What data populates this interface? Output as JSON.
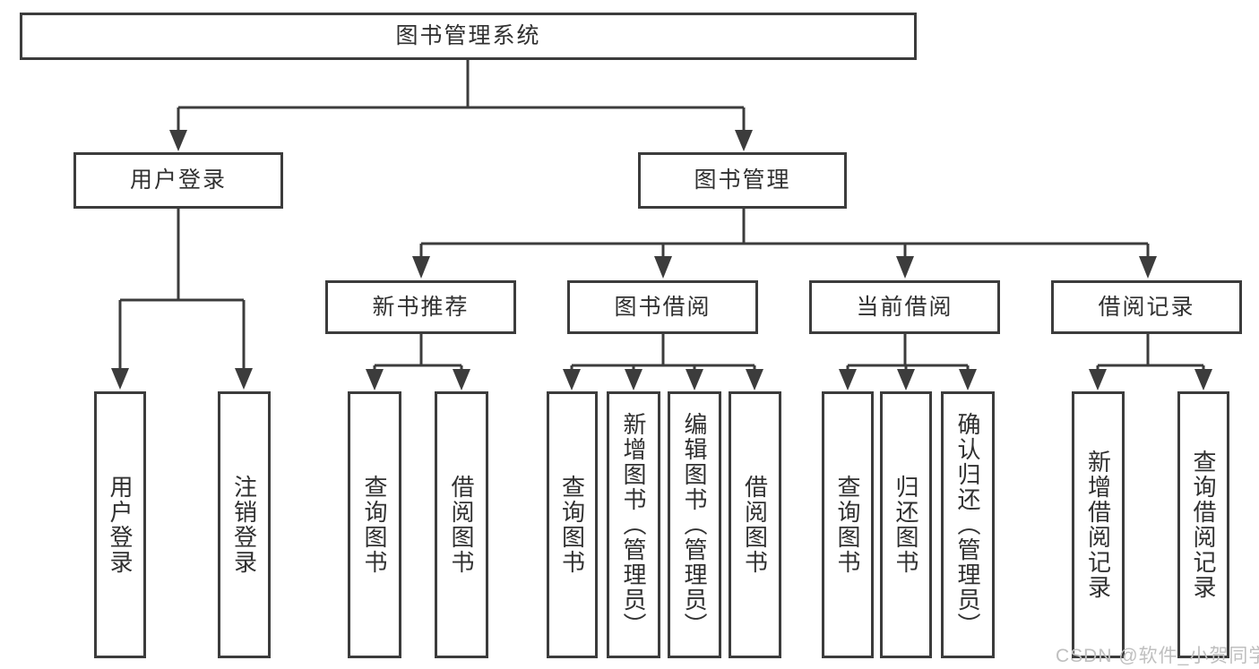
{
  "diagram": {
    "root": {
      "label": "图书管理系统",
      "children": [
        {
          "label": "用户登录",
          "children": [
            {
              "label": "用户登录"
            },
            {
              "label": "注销登录"
            }
          ]
        },
        {
          "label": "图书管理",
          "children": [
            {
              "label": "新书推荐",
              "children": [
                {
                  "label": "查询图书"
                },
                {
                  "label": "借阅图书"
                }
              ]
            },
            {
              "label": "图书借阅",
              "children": [
                {
                  "label": "查询图书"
                },
                {
                  "label": "新增图书（管理员）"
                },
                {
                  "label": "编辑图书（管理员）"
                },
                {
                  "label": "借阅图书"
                }
              ]
            },
            {
              "label": "当前借阅",
              "children": [
                {
                  "label": "查询图书"
                },
                {
                  "label": "归还图书"
                },
                {
                  "label": "确认归还（管理员）"
                }
              ]
            },
            {
              "label": "借阅记录",
              "children": [
                {
                  "label": "新增借阅记录"
                },
                {
                  "label": "查询借阅记录"
                }
              ]
            }
          ]
        }
      ]
    },
    "watermark": "CSDN @软件_小贺同学",
    "colors": {
      "line": "#3c3c3c",
      "text": "#303030",
      "watermark": "#bfbfbf",
      "background": "#ffffff"
    }
  }
}
